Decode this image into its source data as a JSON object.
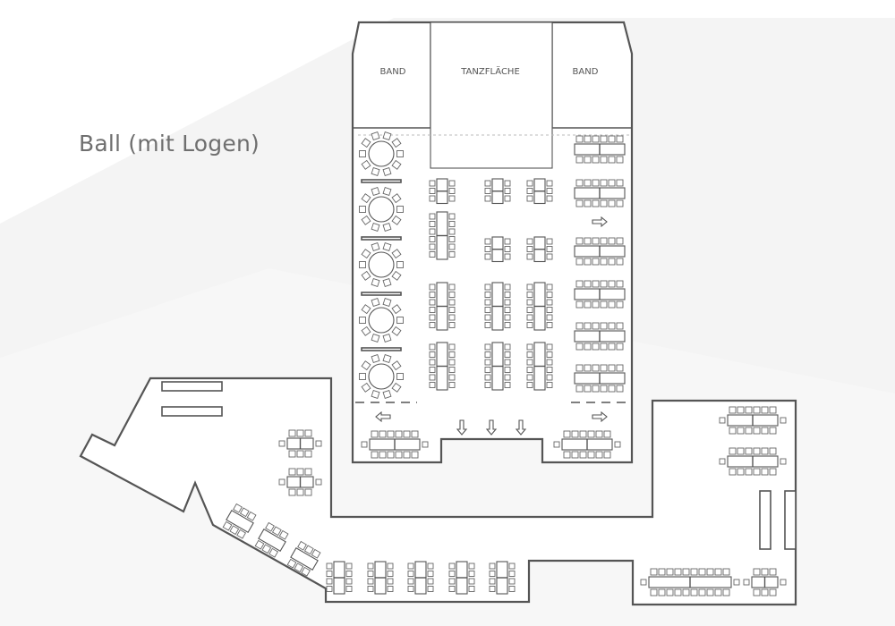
{
  "title": "Ball (mit Logen)",
  "stage": {
    "band_left": "BAND",
    "dance_floor": "TANZFLÄCHE",
    "band_right": "BAND"
  },
  "colors": {
    "wall": "#555555",
    "background": "#ffffff",
    "backdrop": "#f2f2f2"
  },
  "icons": [
    "arrow-right-icon",
    "arrow-left-icon",
    "arrow-down-icon"
  ]
}
